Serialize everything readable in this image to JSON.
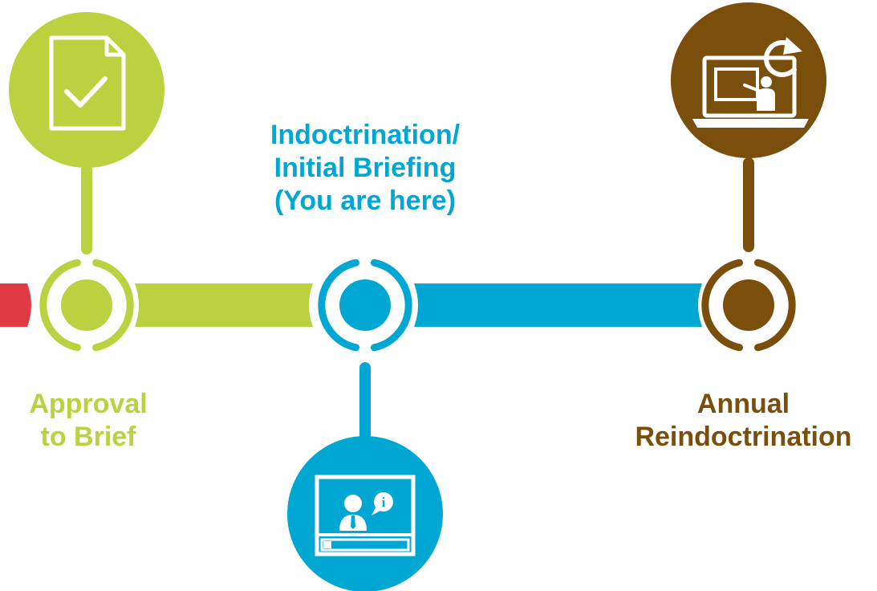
{
  "colors": {
    "red": "#e03a44",
    "green": "#bcd13f",
    "blue": "#00a7d2",
    "brown": "#7a4f0c",
    "white": "#ffffff"
  },
  "stages": [
    {
      "id": "approval",
      "lines": [
        "Approval",
        "to Brief"
      ],
      "icon": "document-check-icon",
      "color": "#bcd13f"
    },
    {
      "id": "indoc",
      "lines": [
        "Indoctrination/",
        "Initial Briefing",
        "(You are here)"
      ],
      "icon": "video-briefing-icon",
      "color": "#00a7d2"
    },
    {
      "id": "annual",
      "lines": [
        "Annual",
        "Reindoctrination"
      ],
      "icon": "laptop-refresh-icon",
      "color": "#7a4f0c"
    }
  ],
  "icon_glyph": "i"
}
